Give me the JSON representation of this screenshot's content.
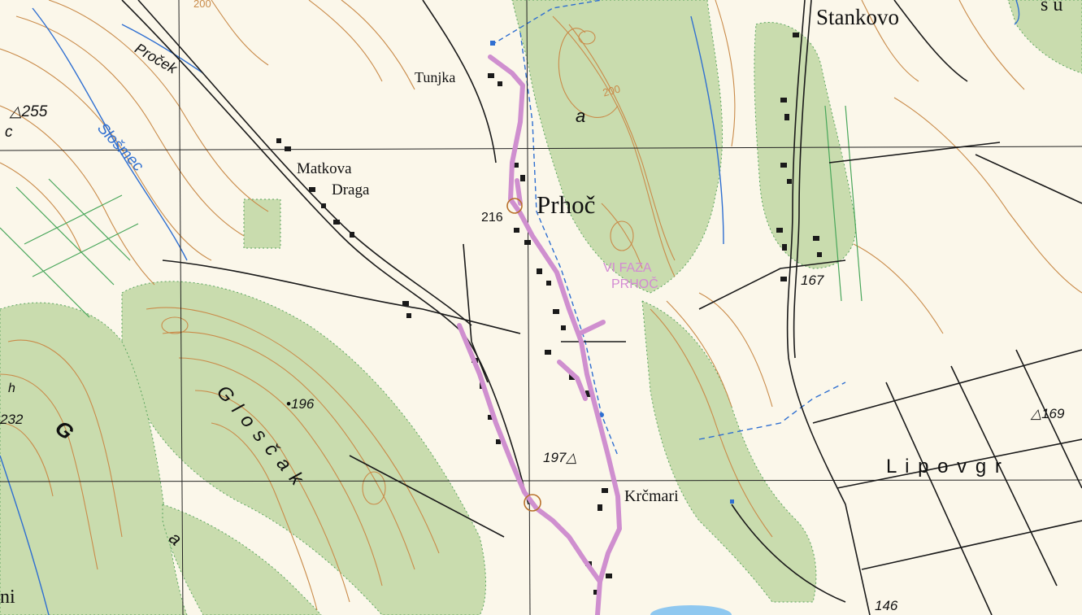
{
  "colors": {
    "paper": "#fbf7ea",
    "forest": "#c9dcae",
    "contour": "#c98b4a",
    "water": "#2f6fd1",
    "road": "#1a1a1a",
    "route": "#cf8fcf",
    "annotation": "#d38ad3",
    "vineyard": "#48a65a"
  },
  "places": {
    "stankovo": "Stankovo",
    "tunjka": "Tunjka",
    "prhoc": "Prhoč",
    "matkova_1": "Matkova",
    "matkova_2": "Draga",
    "krcmari": "Krčmari",
    "lipov": "L i p o v   g r",
    "ni": "ni",
    "su": "s u"
  },
  "terrain": {
    "gloscak": "G l o s č a k",
    "g_letter": "G",
    "letter_a1": "a",
    "letter_a2": "a"
  },
  "water": {
    "procek": "Proček",
    "slosmec": "Slošmec"
  },
  "elevations": {
    "e255": "△255",
    "e216": "216",
    "e196": "•196",
    "e197": "197△",
    "e167": "167",
    "e169": "△169",
    "e146": "146",
    "e232": "232",
    "contour_200a": "200",
    "contour_200b": "200",
    "h": "h",
    "c": "c"
  },
  "annotation": {
    "line1": "VI FAZA",
    "line2": "PRHOČ"
  }
}
